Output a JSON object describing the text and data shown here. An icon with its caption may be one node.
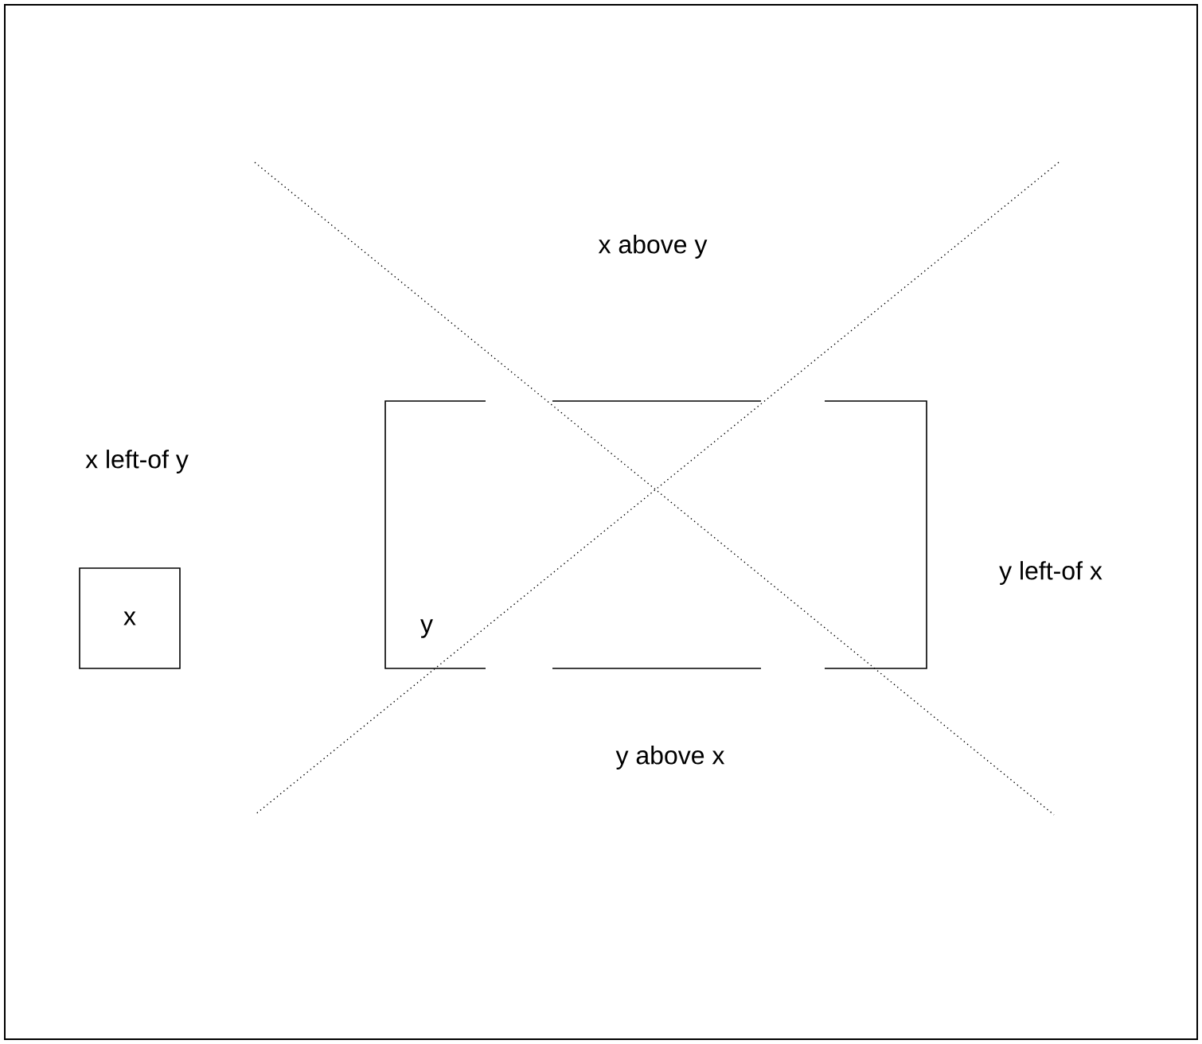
{
  "diagram": {
    "nodes": [
      {
        "text": [
          "x"
        ]
      },
      {
        "text": [
          "y"
        ]
      }
    ],
    "labels": [
      "x above y",
      "x left-of y",
      "y left-of x",
      "y above x"
    ]
  }
}
